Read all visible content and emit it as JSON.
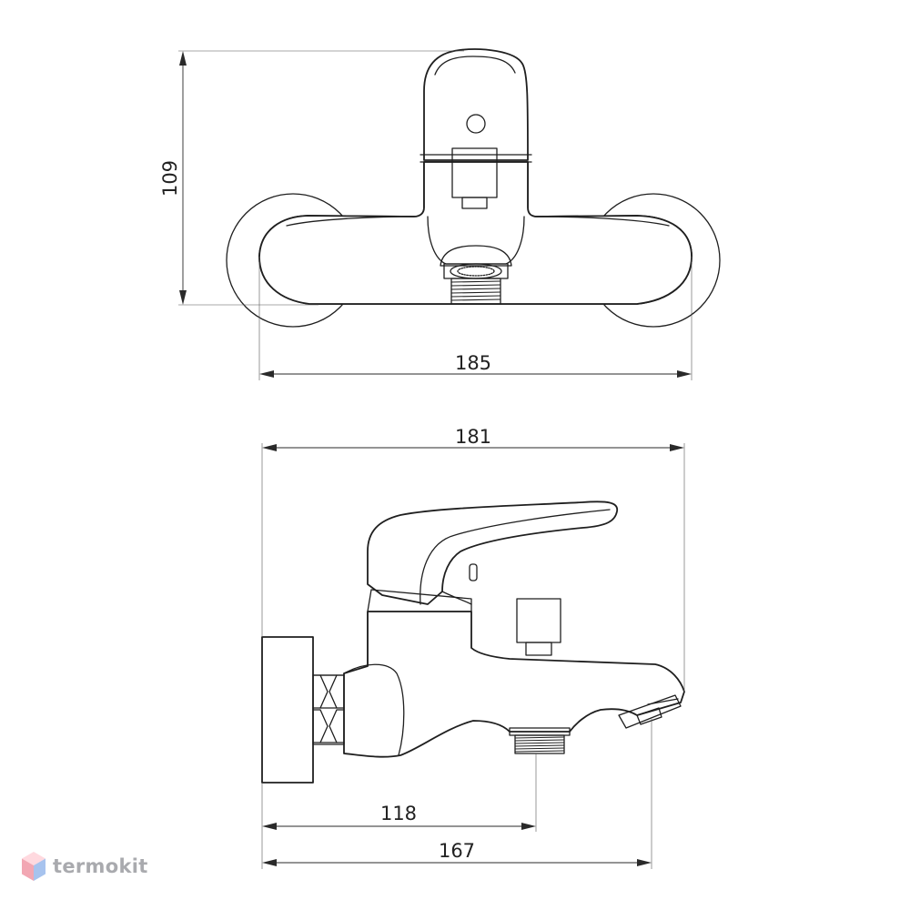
{
  "dimensions": {
    "height_top": "109",
    "width_top": "185",
    "width_side_total": "181",
    "outlet_distance": "118",
    "spout_length": "167"
  },
  "brand": {
    "name": "termokit",
    "logo_colors": {
      "left": "#f2a7b3",
      "right": "#a7c3ee",
      "top": "#ffd9df"
    }
  },
  "colors": {
    "line": "#1f1f1f",
    "background": "#ffffff"
  }
}
